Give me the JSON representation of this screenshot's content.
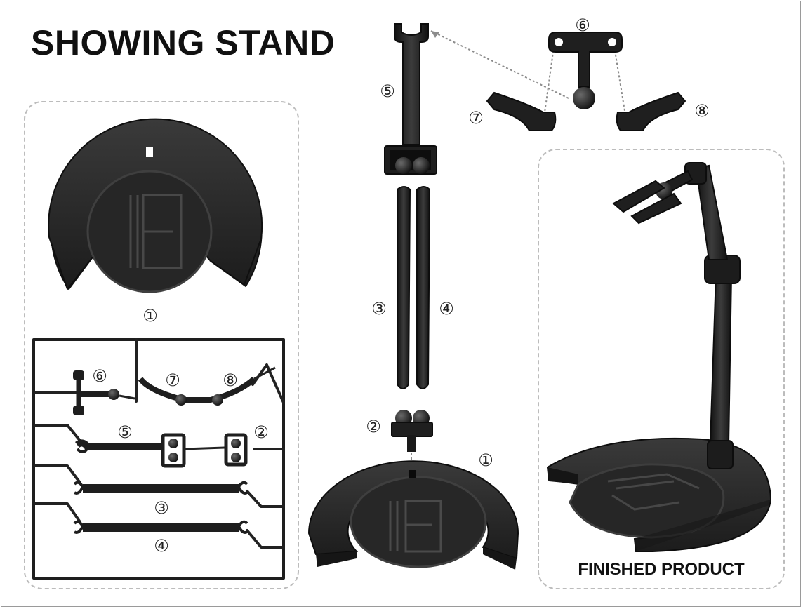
{
  "title": "SHOWING STAND",
  "finished_label": "FINISHED PRODUCT",
  "part_numbers": {
    "p1": "①",
    "p2": "②",
    "p3": "③",
    "p4": "④",
    "p5": "⑤",
    "p6": "⑥",
    "p7": "⑦",
    "p8": "⑧"
  },
  "colors": {
    "part": "#2b2b2b",
    "part_dark": "#1a1a1a",
    "highlight": "#4a4a4a",
    "dashed": "#bcbcbc",
    "guide": "#8c8c8c"
  }
}
